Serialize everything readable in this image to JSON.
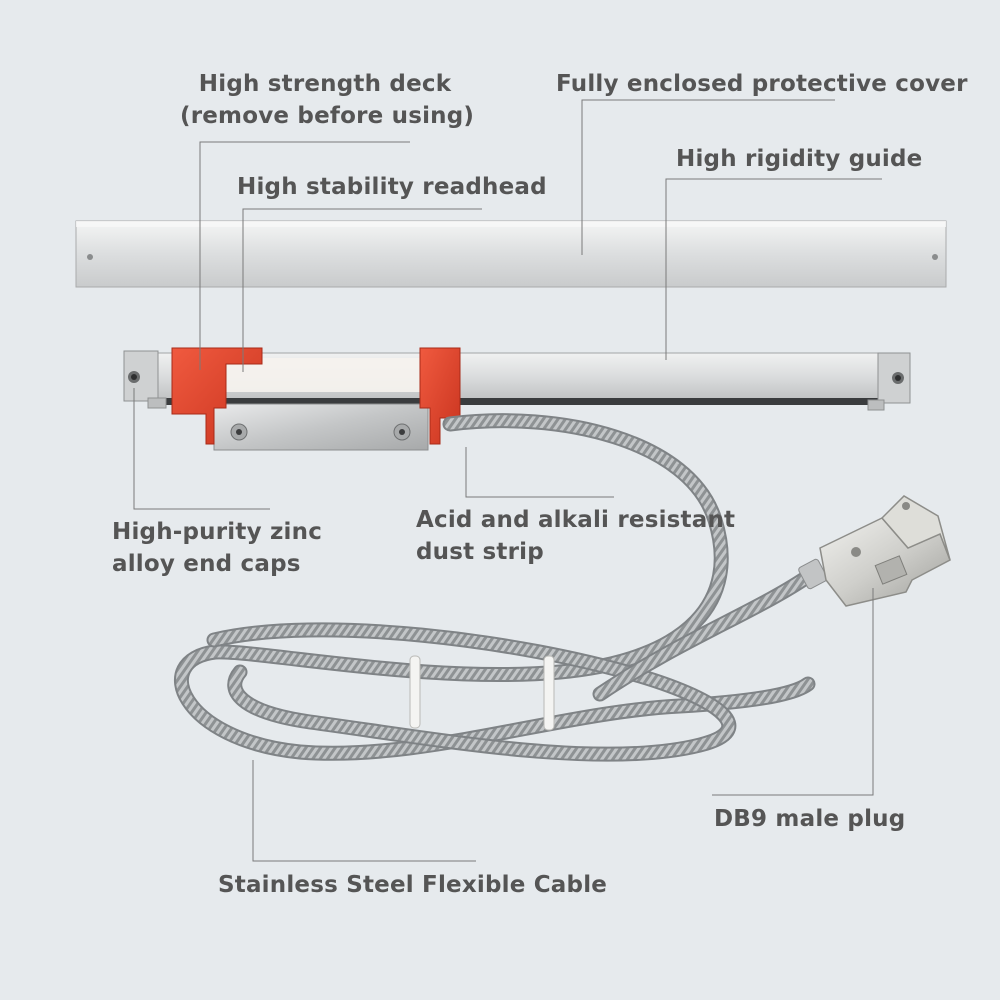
{
  "labels": {
    "high_strength_deck": [
      "High strength deck",
      "(remove before using)"
    ],
    "protective_cover": "Fully enclosed protective cover",
    "rigidity_guide": "High rigidity guide",
    "readhead": "High stability readhead",
    "end_caps": [
      "High-purity zinc",
      "alloy end caps"
    ],
    "dust_strip": [
      "Acid and alkali resistant",
      "dust strip"
    ],
    "db9_plug": "DB9 male plug",
    "cable": "Stainless Steel Flexible Cable"
  },
  "colors": {
    "background": "#e6eaed",
    "label_text": "#555555",
    "leader_line": "#7a7a7a",
    "aluminum": "#d7d9da",
    "readhead_red": "#e5432b",
    "cable_steel": "#b9bcbe"
  }
}
